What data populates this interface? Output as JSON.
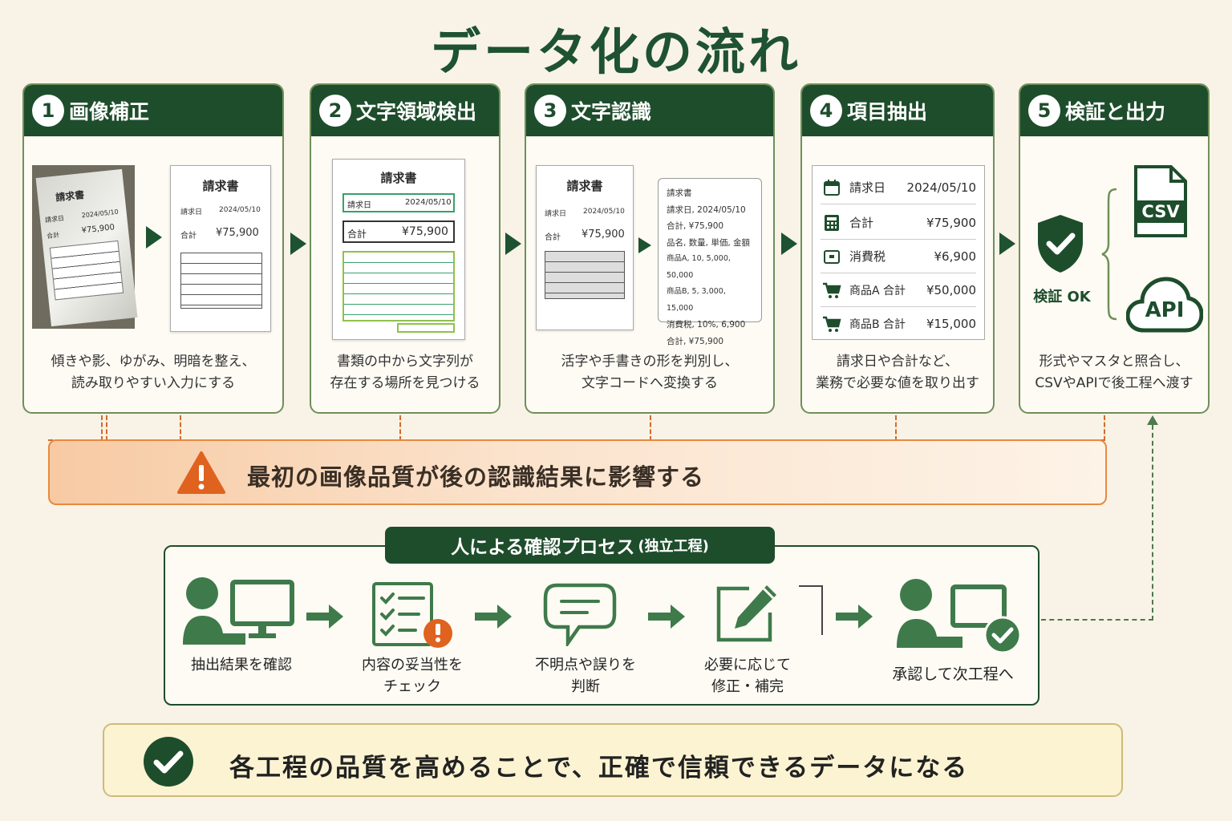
{
  "title": "データ化の流れ",
  "steps": [
    {
      "num": "1",
      "title": "画像補正",
      "desc_line1": "傾きや影、ゆがみ、明暗を整え、",
      "desc_line2": "読み取りやすい入力にする"
    },
    {
      "num": "2",
      "title": "文字領域検出",
      "desc_line1": "書類の中から文字列が",
      "desc_line2": "存在する場所を見つける"
    },
    {
      "num": "3",
      "title": "文字認識",
      "desc_line1": "活字や手書きの形を判別し、",
      "desc_line2": "文字コードへ変換する"
    },
    {
      "num": "4",
      "title": "項目抽出",
      "desc_line1": "請求日や合計など、",
      "desc_line2": "業務で必要な値を取り出す"
    },
    {
      "num": "5",
      "title": "検証と出力",
      "desc_line1": "形式やマスタと照合し、",
      "desc_line2": "CSVやAPIで後工程へ渡す"
    }
  ],
  "invoice": {
    "title": "請求書",
    "date_label": "請求日",
    "date_value": "2024/05/10",
    "skewed_date_value": "2024/05/10",
    "total_label": "合計",
    "total_value": "¥75,900"
  },
  "ocr_lines": [
    "請求書",
    "請求日, 2024/05/10",
    "合計, ¥75,900",
    "品名, 数量, 単価, 金額",
    "商品A, 10, 5,000, 50,000",
    "商品B, 5, 3,000, 15,000",
    "消費税, 10%, 6,900",
    "合計, ¥75,900"
  ],
  "fields": [
    {
      "icon": "calendar-icon",
      "label": "請求日",
      "value": "2024/05/10"
    },
    {
      "icon": "calculator-icon",
      "label": "合計",
      "value": "¥75,900"
    },
    {
      "icon": "tax-icon",
      "label": "消費税",
      "value": "¥6,900"
    },
    {
      "icon": "cart-icon",
      "label": "商品A 合計",
      "value": "¥50,000"
    },
    {
      "icon": "cart-icon",
      "label": "商品B 合計",
      "value": "¥15,000"
    }
  ],
  "verify": {
    "ok_label": "検証 OK",
    "csv_label": "CSV",
    "api_label": "API"
  },
  "warning": "最初の画像品質が後の認識結果に影響する",
  "human": {
    "title": "人による確認プロセス",
    "subtitle": "(独立工程)",
    "steps": [
      {
        "line1": "抽出結果を確認",
        "line2": ""
      },
      {
        "line1": "内容の妥当性を",
        "line2": "チェック"
      },
      {
        "line1": "不明点や誤りを",
        "line2": "判断"
      },
      {
        "line1": "必要に応じて",
        "line2": "修正・補完"
      },
      {
        "line1": "承認して次工程へ",
        "line2": ""
      }
    ]
  },
  "conclusion": "各工程の品質を高めることで、正確で信頼できるデータになる",
  "colors": {
    "primary": "#1e4d2c",
    "accent_orange": "#e8893f",
    "warning_icon": "#e0621f",
    "background": "#f8f3e6"
  }
}
